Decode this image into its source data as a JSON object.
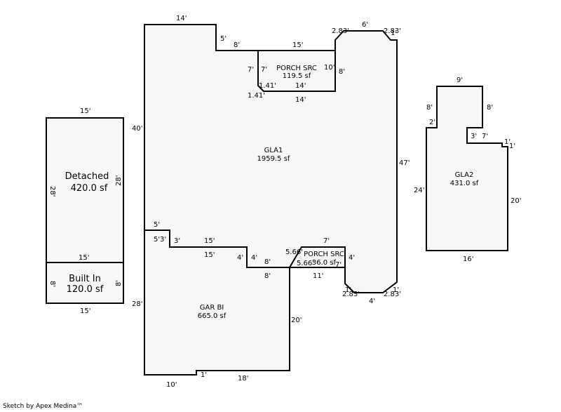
{
  "credit": "Sketch by Apex Medina™",
  "areas": {
    "gla1": {
      "name": "GLA1",
      "area": "1959.5 sf"
    },
    "porch_top": {
      "name": "PORCH SRC",
      "area": "119.5 sf"
    },
    "porch_bottom": {
      "name": "PORCH SRC",
      "area": "36.0 sf"
    },
    "gar": {
      "name": "GAR BI",
      "area": "665.0 sf"
    },
    "gla2": {
      "name": "GLA2",
      "area": "431.0 sf"
    },
    "detached": {
      "name": "Detached",
      "area": "420.0 sf"
    },
    "builtin": {
      "name": "Built In",
      "area": "120.0 sf"
    }
  },
  "dims": {
    "main_top": "14'",
    "main_left_upper": "40'",
    "main_left_lower": "28'",
    "main_step_5a": "5'",
    "main_step_8a": "8'",
    "porch_top_len": "15'",
    "porch_left_a": "7'",
    "porch_left_b": "7'",
    "porch_right": "10'",
    "porch_diag_a": "1.41'",
    "porch_diag_b": "1.41'",
    "porch_bottom_a": "14'",
    "porch_bottom_b": "14'",
    "oct_top": "6'",
    "oct_diag_tl": "2.83'",
    "oct_diag_tr": "2.83'",
    "oct_tr_1": "1'",
    "oct_right": "47'",
    "oct_left": "8'",
    "oct_bottom": "4'",
    "oct_diag_bl": "2.83'",
    "oct_diag_br": "2.83'",
    "oct_bl_1": "1'",
    "oct_br_1": "1'",
    "step_5b": "5'",
    "step_5c": "5'",
    "step_3a": "3'",
    "step_3b": "3'",
    "step_15a": "15'",
    "step_15b": "15'",
    "step_4a": "4'",
    "step_4b": "4'",
    "step_8b": "8'",
    "step_8c": "8'",
    "porch2_diag_a": "5.66'",
    "porch2_diag_b": "5.66'",
    "porch2_top": "7'",
    "porch2_bottom": "7'",
    "porch2_right": "4'",
    "porch2_11": "11'",
    "gar_right": "20'",
    "gar_bottom_10": "10'",
    "gar_bottom_1": "1'",
    "gar_bottom_18": "18'",
    "gla2_top": "9'",
    "gla2_left_8": "8'",
    "gla2_right_8": "8'",
    "gla2_2": "2'",
    "gla2_3": "3'",
    "gla2_7": "7'",
    "gla2_1a": "1'",
    "gla2_1b": "1'",
    "gla2_left_24": "24'",
    "gla2_right_20": "20'",
    "gla2_bottom": "16'",
    "det_top": "15'",
    "det_left": "28'",
    "det_right": "28'",
    "det_mid": "15'",
    "bi_left": "8'",
    "bi_right": "8'",
    "bi_bottom": "15'"
  }
}
